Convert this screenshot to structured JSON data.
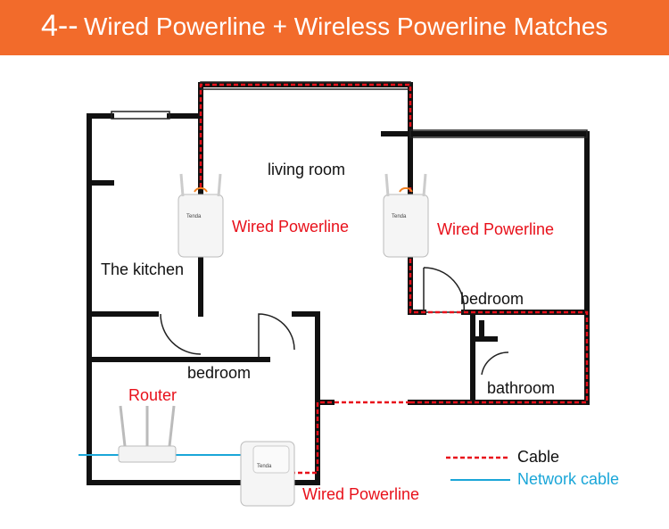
{
  "header": {
    "number": "4--",
    "title": "Wired Powerline + Wireless Powerline Matches"
  },
  "rooms": {
    "living_room": "living room",
    "kitchen": "The kitchen",
    "bedroom_right": "bedroom",
    "bedroom_left": "bedroom",
    "bathroom": "bathroom"
  },
  "devices": {
    "powerline_living": "Wired Powerline",
    "powerline_bedroom": "Wired Powerline",
    "powerline_bottom": "Wired Powerline",
    "router": "Router",
    "brand": "Tenda"
  },
  "legend": {
    "cable": "Cable",
    "network_cable": "Network cable"
  },
  "colors": {
    "banner": "#f26b2b",
    "cable": "#e8101a",
    "network_cable": "#1aa6d8",
    "wall": "#111111"
  }
}
